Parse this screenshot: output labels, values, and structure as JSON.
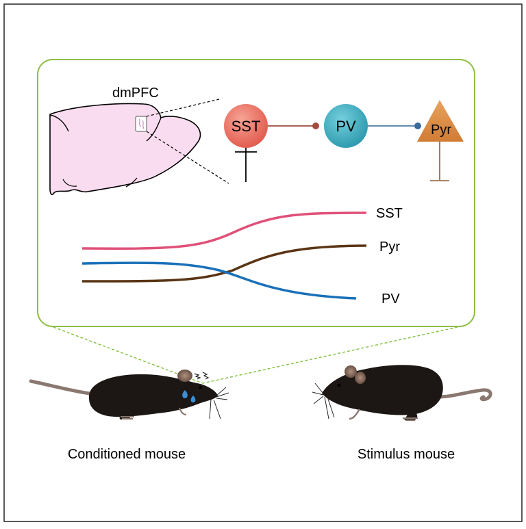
{
  "brain": {
    "region_label": "dmPFC"
  },
  "circuit": {
    "nodes": [
      {
        "label": "SST",
        "color": "#e46e5c"
      },
      {
        "label": "PV",
        "color": "#35a5b8"
      },
      {
        "label": "Pyr",
        "color": "#d78c4a"
      }
    ],
    "connection_colors": [
      "#9c4a3c",
      "#4a78a8"
    ],
    "inhibitor_colors": [
      "#000000",
      "#8a5a35"
    ]
  },
  "activity_plot": {
    "series": [
      {
        "name": "SST",
        "color": "#e05078"
      },
      {
        "name": "Pyr",
        "color": "#5a3514"
      },
      {
        "name": "PV",
        "color": "#1a70b8"
      }
    ]
  },
  "mice": {
    "conditioned_label": "Conditioned mouse",
    "stimulus_label": "Stimulus mouse"
  },
  "colors": {
    "panel_border": "#8cc044",
    "brain_fill": "#f9dcef",
    "sight_line": "#7fbf3a",
    "mouse_body": "#1c1714",
    "tail": "#8a7870",
    "tear": "#3a8fd6"
  }
}
